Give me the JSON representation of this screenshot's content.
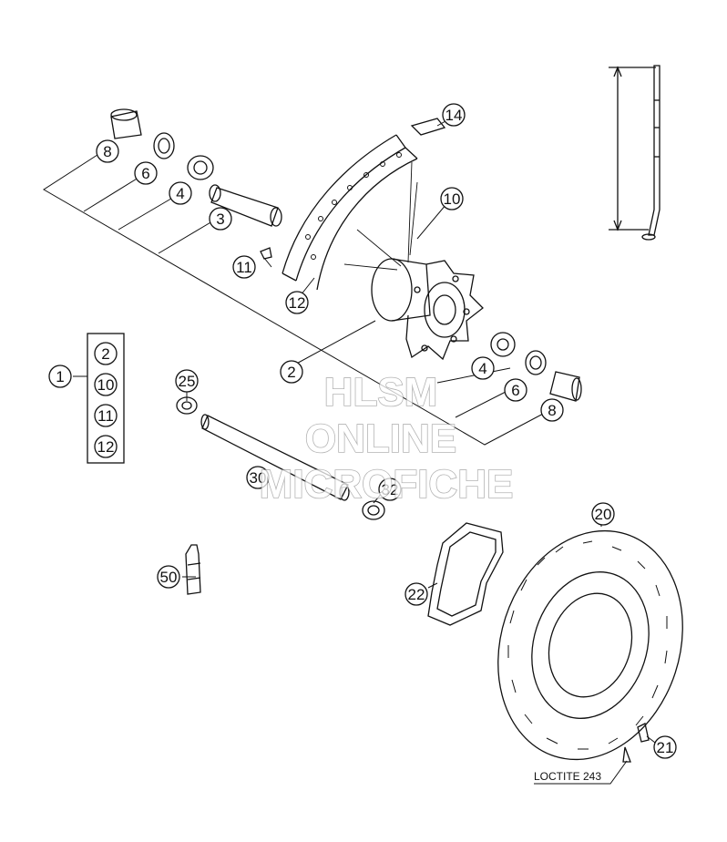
{
  "diagram": {
    "callouts": [
      "1",
      "2",
      "3",
      "4",
      "6",
      "8",
      "10",
      "11",
      "12",
      "14",
      "20",
      "21",
      "22",
      "25",
      "30",
      "32",
      "50"
    ],
    "group_items": [
      "2",
      "10",
      "11",
      "12"
    ],
    "note": "LOCTITE 243",
    "watermark": {
      "line1": "HLSM",
      "line2": "ONLINE",
      "line3": "MICROFICHE"
    }
  }
}
